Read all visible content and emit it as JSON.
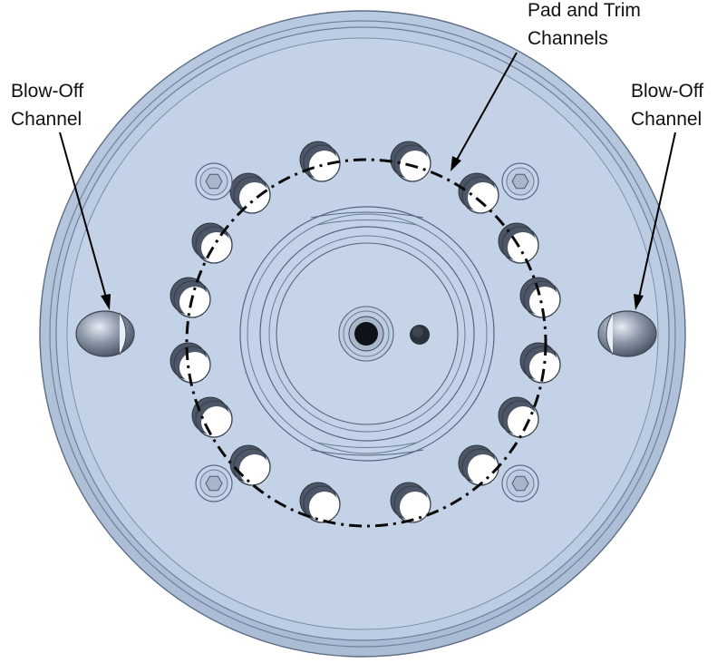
{
  "labels": {
    "blow_off_left": {
      "line1": "Blow-Off",
      "line2": "Channel"
    },
    "blow_off_right": {
      "line1": "Blow-Off",
      "line2": "Channel"
    },
    "pad_trim": {
      "line1": "Pad and Trim",
      "line2": "Channels"
    }
  },
  "colors": {
    "plate_fill": "#c3d2e6",
    "plate_edge": "#5c6d86",
    "hole_dark": "#4a5566",
    "annotation": "#000000"
  },
  "icons": {
    "blow_off_channel": "half-bore-hole",
    "pad_trim_channel": "through-hole",
    "bolt": "hex-socket-screw"
  }
}
